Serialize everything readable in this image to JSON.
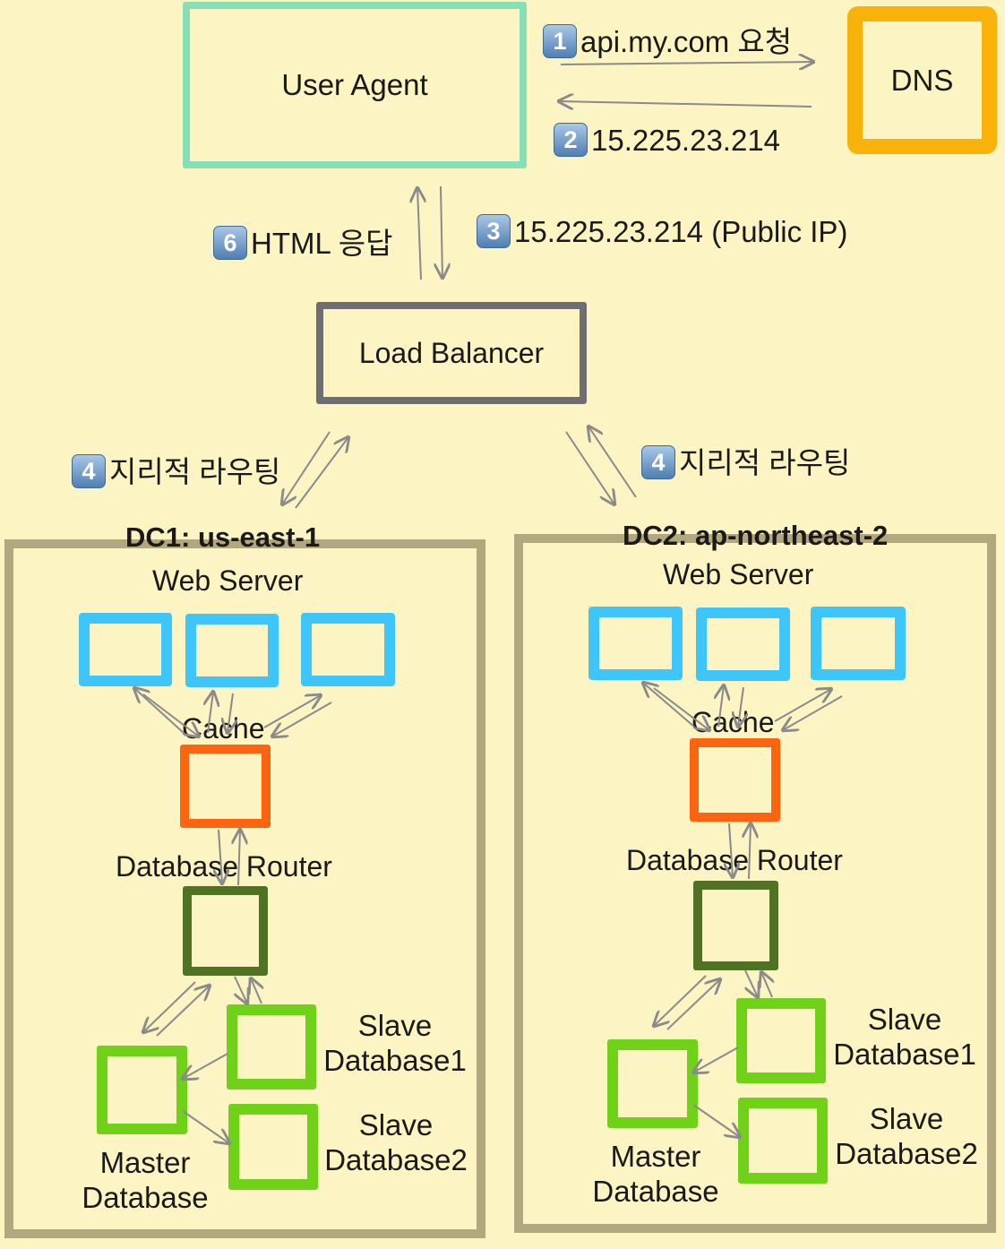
{
  "user_agent": {
    "label": "User Agent"
  },
  "dns": {
    "label": "DNS"
  },
  "load_balancer": {
    "label": "Load Balancer"
  },
  "steps": [
    {
      "num": "1",
      "text": "api.my.com 요청"
    },
    {
      "num": "2",
      "text": "15.225.23.214"
    },
    {
      "num": "3",
      "text": "15.225.23.214 (Public IP)"
    },
    {
      "num": "6",
      "text": "HTML 응답"
    },
    {
      "num": "4",
      "text": "지리적 라우팅"
    },
    {
      "num": "4",
      "text": "지리적 라우팅"
    }
  ],
  "datacenters": [
    {
      "title": "DC1: us-east-1",
      "web_server": "Web Server",
      "cache": "Cache",
      "router": "Database Router",
      "slave1": [
        "Slave",
        "Database1"
      ],
      "slave2": [
        "Slave",
        "Database2"
      ],
      "master": [
        "Master",
        "Database"
      ]
    },
    {
      "title": "DC2: ap-northeast-2",
      "web_server": "Web Server",
      "cache": "Cache",
      "router": "Database Router",
      "slave1": [
        "Slave",
        "Database1"
      ],
      "slave2": [
        "Slave",
        "Database2"
      ],
      "master": [
        "Master",
        "Database"
      ]
    }
  ],
  "colors": {
    "background": "#fdf4c4",
    "user_agent": "#86dfb5",
    "dns": "#f9b20a",
    "load_balancer": "#6e6e72",
    "datacenter": "#b3a77f",
    "web_server": "#3ec5fa",
    "cache": "#fd6410",
    "router": "#4f7223",
    "database": "#6fd219",
    "badge": "#5a88bb",
    "arrow": "#8a8a8a"
  }
}
